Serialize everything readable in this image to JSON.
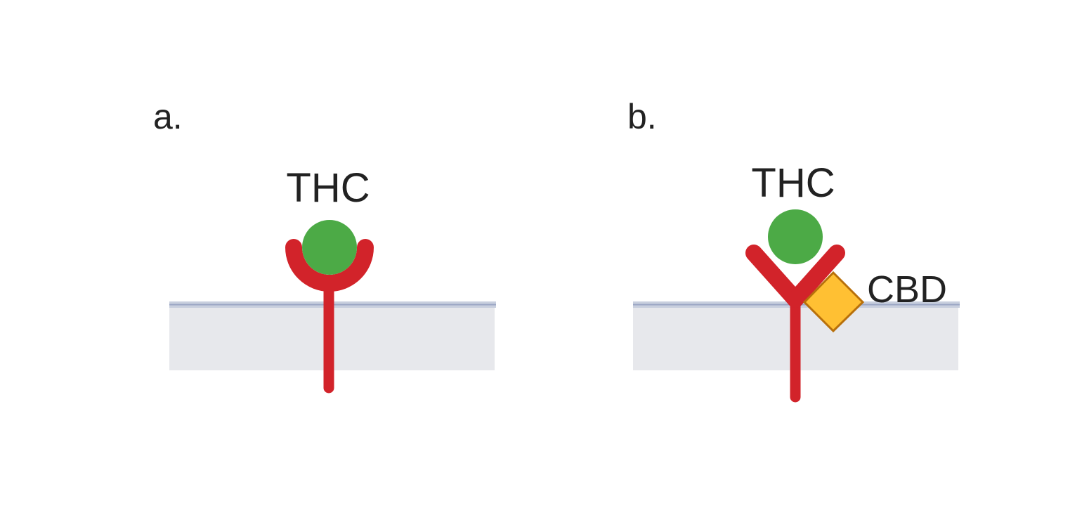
{
  "panels": [
    {
      "label": "a.",
      "ligand": "THC",
      "receptor_state": "cupped (THC bound)"
    },
    {
      "label": "b.",
      "ligand": "THC",
      "modulator": "CBD",
      "receptor_state": "Y-shaped (CBD bound, THC displaced)"
    }
  ],
  "colors": {
    "receptor": "#d2232a",
    "thc": "#4caa46",
    "cbd_fill": "#ffc033",
    "cbd_stroke": "#b8700b",
    "membrane": "#e7e8ec",
    "membrane_line": "#9aa6c4"
  }
}
